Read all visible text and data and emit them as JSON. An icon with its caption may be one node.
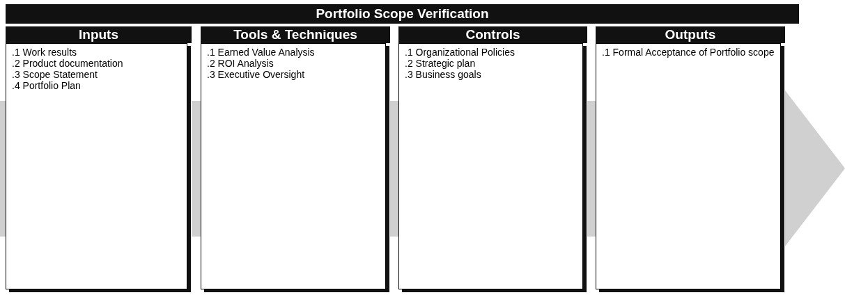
{
  "diagram": {
    "title": "Portfolio Scope Verification",
    "nodes": [
      {
        "text": [
          "Inputs",
          ".1 Work results",
          ".2 Product documentation",
          ".3 Scope Statement",
          ".4 Portfolio Plan"
        ]
      },
      {
        "text": [
          "Tools & Techniques",
          ".1 Earned Value Analysis",
          ".2 ROI Analysis",
          ".3 Executive Oversight"
        ]
      },
      {
        "text": [
          "Controls",
          ".1 Organizational Policies",
          ".2 Strategic plan",
          ".3 Business goals"
        ]
      },
      {
        "text": [
          "Outputs",
          ".1 Formal Acceptance of Portfolio scope"
        ]
      }
    ],
    "edges": [
      {
        "from": null,
        "to": 0,
        "arrow": "none"
      },
      {
        "from": 0,
        "to": 1,
        "arrow": "none"
      },
      {
        "from": 1,
        "to": 2,
        "arrow": "none"
      },
      {
        "from": 2,
        "to": 3,
        "arrow": "none"
      },
      {
        "from": 3,
        "to": null,
        "arrow": "to"
      }
    ]
  }
}
